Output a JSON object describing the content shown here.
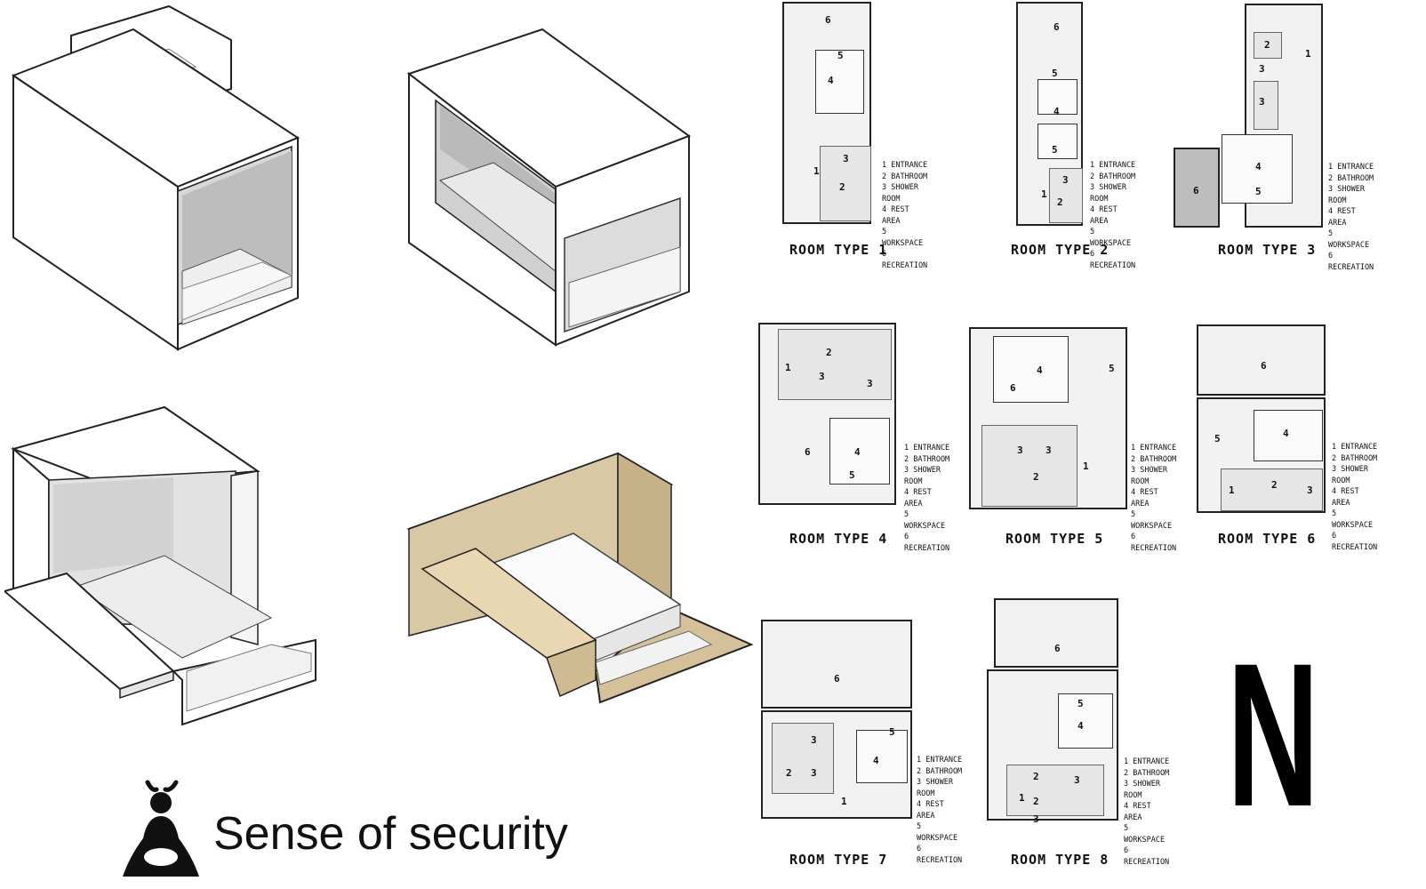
{
  "brand": {
    "tagline": "Sense of security",
    "icon": "meditating-person-icon"
  },
  "north": {
    "letter": "N"
  },
  "legend": [
    "1 ENTRANCE",
    "2 BATHROOM",
    "3 SHOWER ROOM",
    "4 REST AREA",
    "5 WORKSPACE",
    "6 RECREATION"
  ],
  "rooms": [
    {
      "title": "ROOM TYPE 1"
    },
    {
      "title": "ROOM TYPE 2"
    },
    {
      "title": "ROOM TYPE 3"
    },
    {
      "title": "ROOM TYPE 4"
    },
    {
      "title": "ROOM TYPE 5"
    },
    {
      "title": "ROOM TYPE 6"
    },
    {
      "title": "ROOM TYPE 7"
    },
    {
      "title": "ROOM TYPE 8"
    }
  ],
  "colors": {
    "ink": "#111111",
    "wood": "#d9c8a4",
    "wood_dark": "#c6b188",
    "floor": "#f2f2f2"
  }
}
